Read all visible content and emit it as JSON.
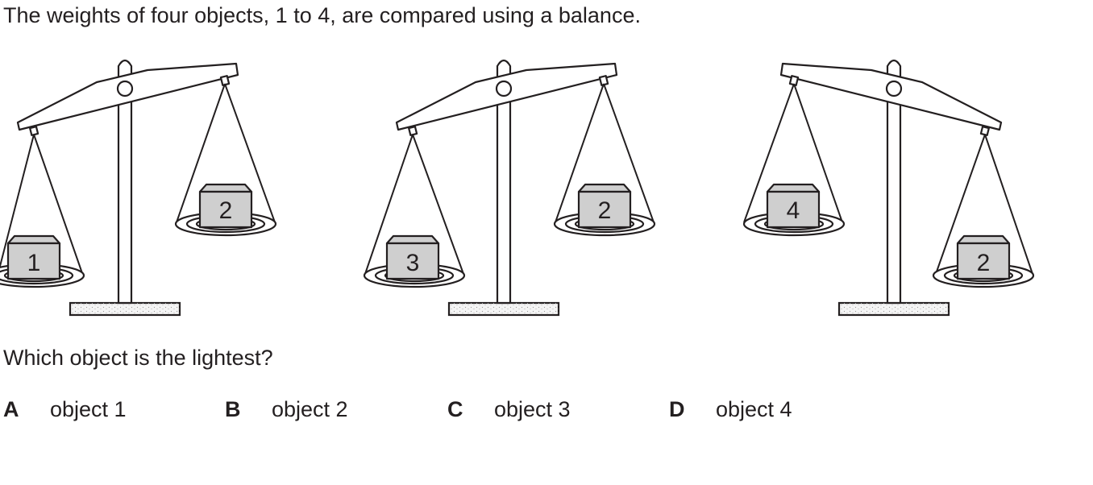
{
  "intro": "The weights of four objects, 1 to 4, are compared using a balance.",
  "balances": [
    {
      "left_object": "1",
      "right_object": "2",
      "heavier_side": "left"
    },
    {
      "left_object": "3",
      "right_object": "2",
      "heavier_side": "left"
    },
    {
      "left_object": "4",
      "right_object": "2",
      "heavier_side": "right"
    }
  ],
  "question": "Which object is the lightest?",
  "options": [
    {
      "letter": "A",
      "text": "object 1"
    },
    {
      "letter": "B",
      "text": "object 2"
    },
    {
      "letter": "C",
      "text": "object 3"
    },
    {
      "letter": "D",
      "text": "object 4"
    }
  ]
}
